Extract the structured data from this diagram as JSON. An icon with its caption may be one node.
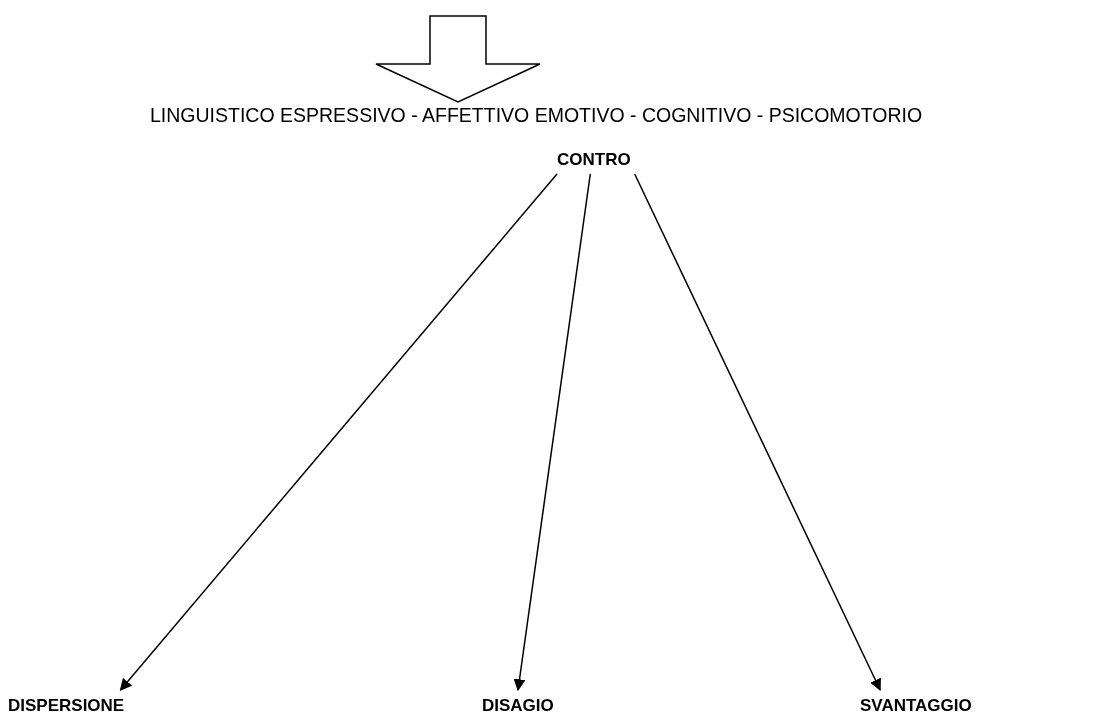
{
  "diagram": {
    "nodes": [
      {
        "text": [
          "LINGUISTICO ESPRESSIVO - AFFETTIVO EMOTIVO - COGNITIVO - PSICOMOTORIO"
        ]
      },
      {
        "text": [
          "CONTRO"
        ]
      },
      {
        "text": [
          "DISPERSIONE"
        ]
      },
      {
        "text": [
          "DISAGIO"
        ]
      },
      {
        "text": [
          "SVANTAGGIO"
        ]
      }
    ],
    "edges": [
      {
        "from": null,
        "to": 0,
        "arrow": "to",
        "style": "thick"
      },
      {
        "from": 1,
        "to": 2,
        "arrow": "to"
      },
      {
        "from": 1,
        "to": 3,
        "arrow": "to"
      },
      {
        "from": 1,
        "to": 4,
        "arrow": "to"
      }
    ]
  }
}
